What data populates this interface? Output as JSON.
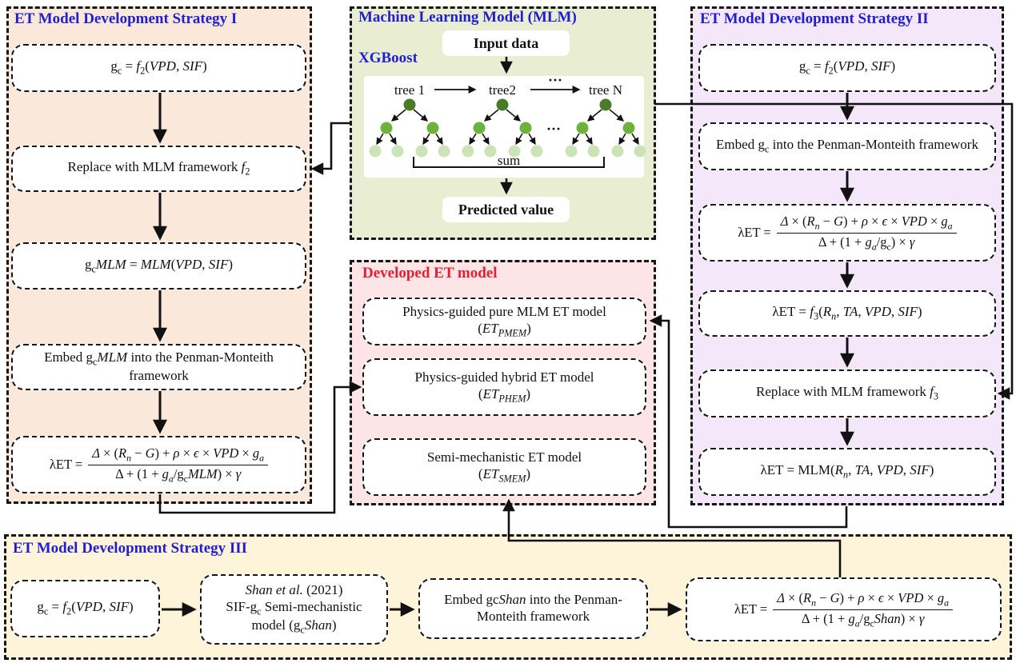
{
  "colors": {
    "panel_strategy1": "#fae9da",
    "panel_mlm": "#e9eed3",
    "panel_strategy2": "#f3e7f9",
    "panel_developed": "#fce4e7",
    "panel_strategy3": "#fdf4da",
    "title_blue": "#1f1fd0",
    "title_red": "#e3202e",
    "tree_root": "#4a7c28",
    "tree_node": "#6db23c",
    "tree_leaf": "#cbe3b6"
  },
  "s1": {
    "title": "ET Model Development Strategy I",
    "b1": "g~c~ = *f*~2~(*VPD*, *SIF*)",
    "b2": "Replace with MLM framework *f*~2~",
    "b3": "g~c~*MLM* = *MLM*(*VPD*, *SIF*)",
    "b4": "Embed g~c~*MLM* into the Penman-Monteith framework",
    "eq": {
      "lhs": "λET =",
      "num": "*Δ* × (*R*~*n*~ − *G*) + *ρ* × *ϵ* × *VPD* × *g*~*a*~",
      "den": "Δ + (1 + *g*~*a*~/g~c~*MLM*) × *γ*"
    }
  },
  "mlm": {
    "title": "Machine Learning Model (MLM)",
    "algo": "XGBoost",
    "input": "Input data",
    "tree1": "tree 1",
    "tree2": "tree2",
    "treeN": "tree N",
    "dots_top": "···",
    "dots_mid": "···",
    "sum": "sum",
    "output": "Predicted value"
  },
  "s2": {
    "title": "ET Model Development Strategy II",
    "b1": "g~c~ = *f*~2~(*VPD*, *SIF*)",
    "b2": "Embed g~c~ into the Penman-Monteith framework",
    "eq": {
      "lhs": "λET =",
      "num": "*Δ* × (*R*~*n*~ − *G*) + *ρ* × *ϵ* × *VPD* × *g*~*a*~",
      "den": "Δ + (1 + *g*~*a*~/g~c~) × *γ*"
    },
    "b4": "λET = *f*~3~(*R*~*n*~, *TA*, *VPD*, *SIF*)",
    "b5": "Replace with MLM framework *f*~3~",
    "b6": "λET = MLM(*R*~*n*~, *TA*, *VPD*, *SIF*)"
  },
  "dev": {
    "title": "Developed ET model",
    "m1a": "Physics-guided pure MLM ET model",
    "m1b": "(*ET*~*PMEM*~)",
    "m2a": "Physics-guided hybrid ET model",
    "m2b": "(*ET*~*PHEM*~)",
    "m3a": "Semi-mechanistic ET model",
    "m3b": "(*ET*~*SMEM*~)"
  },
  "s3": {
    "title": "ET Model Development Strategy III",
    "b1": "g~c~ = *f*~2~(*VPD*, *SIF*)",
    "b2a": "*Shan et al.* (2021)",
    "b2b": "SIF-g~c~ Semi-mechanistic",
    "b2c": "model (g~c~*Shan*)",
    "b3": "Embed gc*Shan* into the Penman-Monteith framework",
    "eq": {
      "lhs": "λET =",
      "num": "*Δ* × (*R*~*n*~ − *G*) + *ρ* × *ϵ* × *VPD* × *g*~*a*~",
      "den": "Δ + (1 + *g*~*a*~/g~c~*Shan*) × *γ*"
    }
  }
}
